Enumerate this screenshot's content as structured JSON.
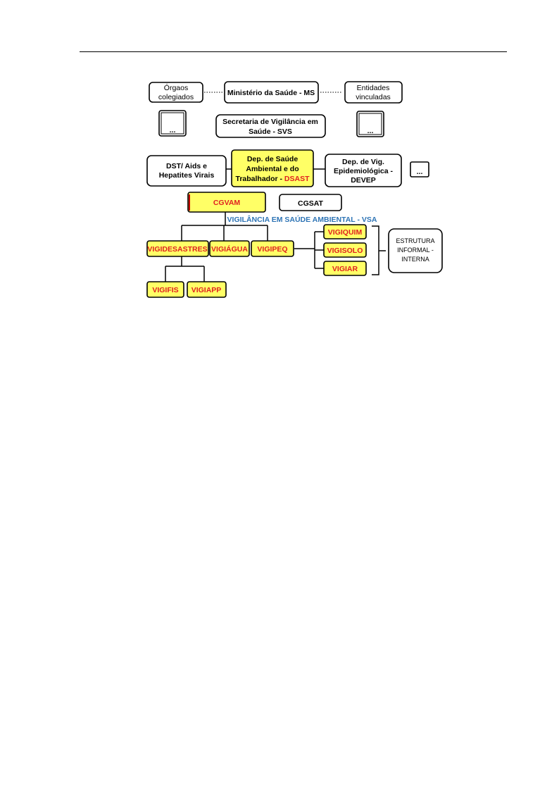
{
  "diagram": {
    "orgaos": [
      "Órgaos",
      "colegiados"
    ],
    "ministerio": "Ministério da Saúde - MS",
    "entidades": [
      "Entidades",
      "vinculadas"
    ],
    "secretaria": [
      "Secretaria de Vigilância em",
      "Saúde - SVS"
    ],
    "dst": [
      "DST/ Aids e",
      "Hepatites Virais"
    ],
    "dsast": [
      "Dep. de Saúde",
      "Ambiental e do",
      "Trabalhador - "
    ],
    "dsast_acronym": "DSAST",
    "devep": [
      "Dep. de Vig.",
      "Epidemiológica -",
      "DEVEP"
    ],
    "ellipsis": "...",
    "cgvam": "CGVAM",
    "cgsat": "CGSAT",
    "vsa": "VIGILÂNCIA EM SAÚDE AMBIENTAL - VSA",
    "vigidesastres": "VIGIDESASTRES",
    "vigiagua": "VIGIÁGUA",
    "vigipeq": "VIGIPEQ",
    "vigiquim": "VIGIQUIM",
    "vigisolo": "VIGISOLO",
    "vigiar": "VIGIAR",
    "vigifis": "VIGIFIS",
    "vigiapp": "VIGIAPP",
    "estrutura": [
      "ESTRUTURA",
      "INFORMAL -",
      "INTERNA"
    ]
  }
}
